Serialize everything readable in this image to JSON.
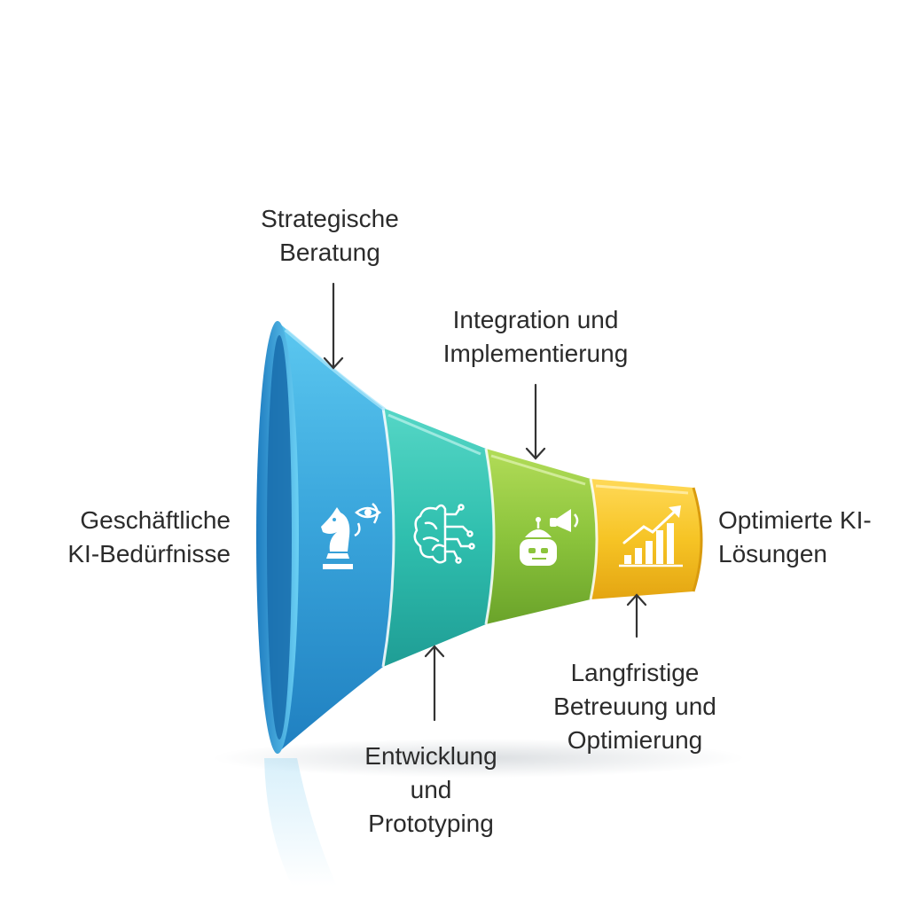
{
  "labels": {
    "input": [
      "Geschäftliche",
      "KI-Bedürfnisse"
    ],
    "stage1": [
      "Strategische",
      "Beratung"
    ],
    "stage2": [
      "Entwicklung",
      "und",
      "Prototyping"
    ],
    "stage3": [
      "Integration und",
      "Implementierung"
    ],
    "stage4": [
      "Langfristige",
      "Betreuung und",
      "Optimierung"
    ],
    "output": [
      "Optimierte KI-",
      "Lösungen"
    ]
  },
  "icons": {
    "stage1": "chess-knight-eye-icon",
    "stage2": "brain-circuit-icon",
    "stage3": "robot-megaphone-icon",
    "stage4": "growth-chart-icon"
  },
  "colors": {
    "stage1": "#3aa6dc",
    "stage2": "#2fbfae",
    "stage3": "#8cc43c",
    "stage4": "#f2c21c",
    "text": "#2b2b2b"
  }
}
